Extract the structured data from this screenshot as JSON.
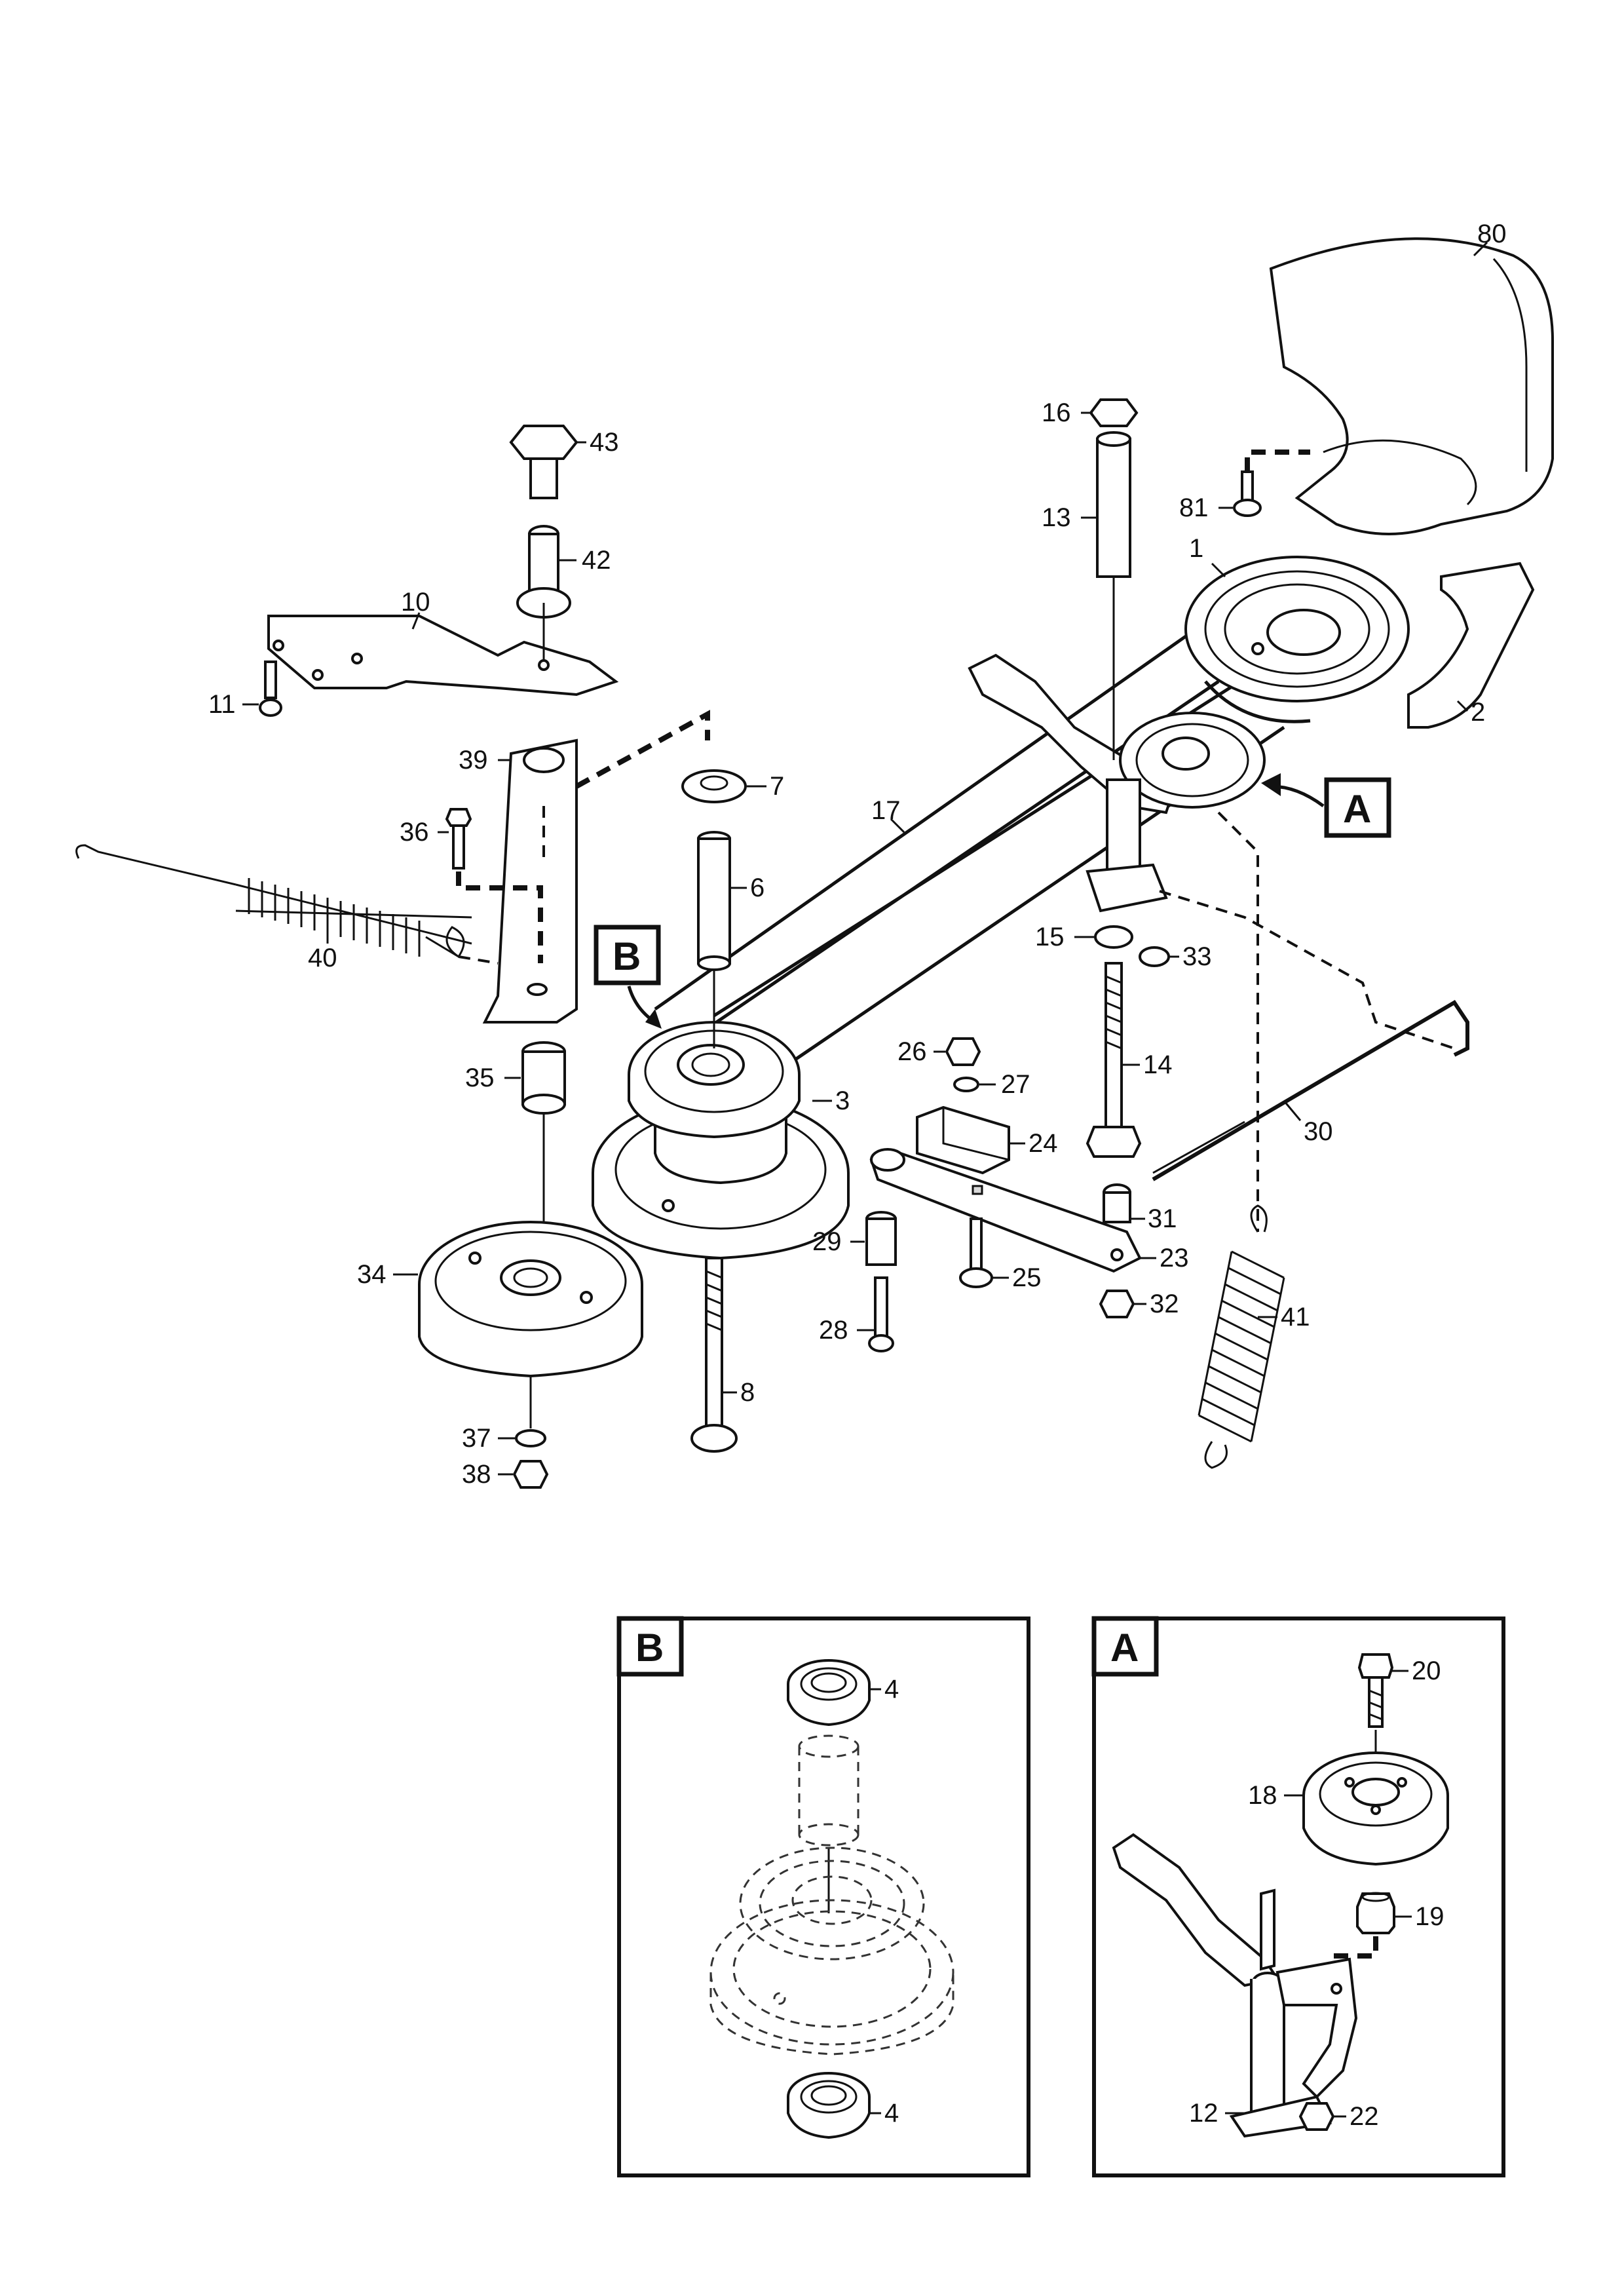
{
  "callouts": [
    {
      "id": "A",
      "letter": "A"
    },
    {
      "id": "B",
      "letter": "B"
    }
  ],
  "main_labels": [
    "80",
    "16",
    "43",
    "13",
    "81",
    "1",
    "42",
    "10",
    "2",
    "11",
    "39",
    "7",
    "17",
    "36",
    "6",
    "40",
    "15",
    "33",
    "35",
    "3",
    "26",
    "27",
    "14",
    "24",
    "30",
    "31",
    "29",
    "23",
    "34",
    "25",
    "28",
    "32",
    "41",
    "37",
    "8",
    "38"
  ],
  "inset_b": {
    "title": "B",
    "labels": [
      "4",
      "4"
    ]
  },
  "inset_a": {
    "title": "A",
    "labels": [
      "20",
      "18",
      "19",
      "12",
      "22"
    ]
  }
}
